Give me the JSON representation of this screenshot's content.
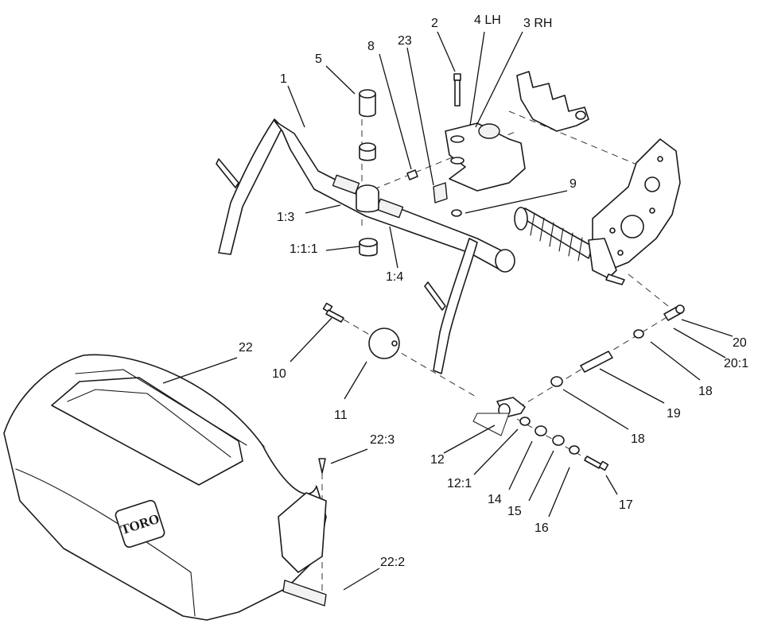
{
  "callouts": {
    "c1": "1",
    "c2": "2",
    "c3": "3 RH",
    "c4": "4 LH",
    "c5": "5",
    "c8": "8",
    "c23": "23",
    "c9": "9",
    "c1_3": "1:3",
    "c1_1_1": "1:1:1",
    "c1_4": "1:4",
    "c10": "10",
    "c11": "11",
    "c22": "22",
    "c20": "20",
    "c20_1": "20:1",
    "c18a": "18",
    "c19": "19",
    "c18b": "18",
    "c12": "12",
    "c12_1": "12:1",
    "c14": "14",
    "c15": "15",
    "c16": "16",
    "c17": "17",
    "c22_3": "22:3",
    "c22_2": "22:2"
  },
  "logo_text": "TORO"
}
